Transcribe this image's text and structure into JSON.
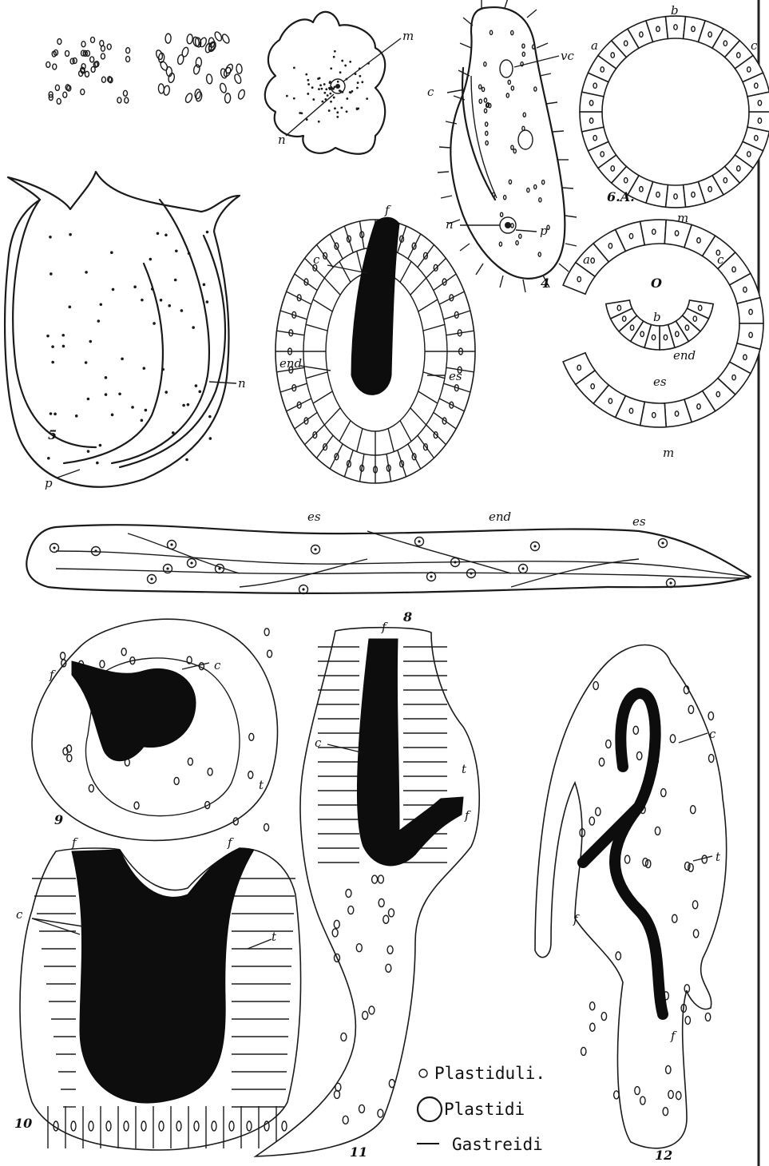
{
  "figures": {
    "fig4": {
      "number": "4",
      "labels": {
        "vc": "vc",
        "c": "c",
        "n": "n",
        "p": "p"
      }
    },
    "fig5": {
      "number": "5",
      "labels": {
        "n": "n",
        "p": "p"
      }
    },
    "fig6a": {
      "number": "6.A.",
      "labels": {
        "a": "a",
        "b": "b",
        "c": "c",
        "m": "m"
      }
    },
    "fig6b": {
      "labels": {
        "a": "a",
        "c": "c",
        "o": "O",
        "b": "b",
        "end": "end",
        "es": "es",
        "m": "m"
      }
    },
    "fig7": {
      "labels": {
        "f": "f",
        "c": "c",
        "end": "end",
        "es": "es"
      }
    },
    "fig8": {
      "number": "8",
      "labels": {
        "es_left": "es",
        "end": "end",
        "es_right": "es"
      }
    },
    "fig9": {
      "number": "9",
      "labels": {
        "f": "f",
        "c": "c",
        "t": "t"
      }
    },
    "fig10": {
      "number": "10",
      "labels": {
        "f_left": "f",
        "f_right": "f",
        "c": "c",
        "t": "t"
      }
    },
    "fig11": {
      "number": "11",
      "labels": {
        "f_top": "f",
        "c": "c",
        "t": "t",
        "f_side": "f"
      }
    },
    "fig12": {
      "number": "12",
      "labels": {
        "c": "c",
        "t": "t",
        "f_left": "f",
        "f_bottom": "f"
      }
    },
    "fig3": {
      "labels": {
        "m": "m",
        "n": "n"
      }
    }
  },
  "legend": {
    "plastiduli": "Plastiduli.",
    "plastidi": "Plastidi",
    "gastreidi": "Gastreidi"
  }
}
